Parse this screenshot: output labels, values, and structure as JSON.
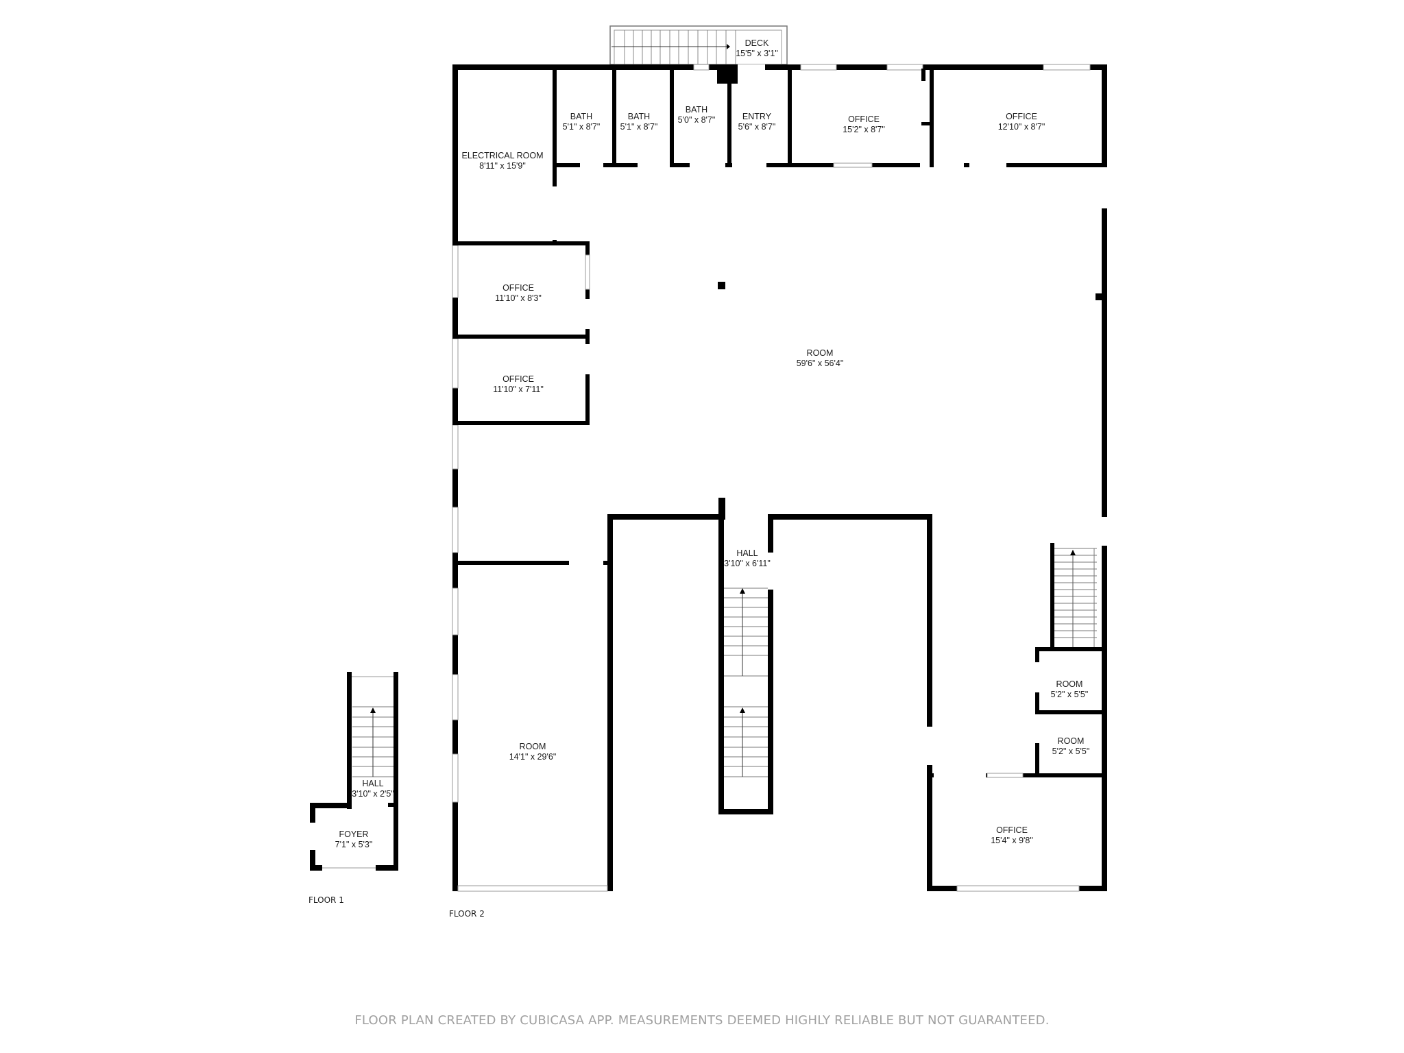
{
  "colors": {
    "wall": "#000000",
    "window": "#9a9a9a",
    "stair": "#7a7a7a",
    "text": "#1a1a1a",
    "disclaimer": "#a0a0a0"
  },
  "floors": [
    {
      "label": "FLOOR 1",
      "rooms": [
        {
          "name": "HALL",
          "dims": "3'10\" x 2'5\""
        },
        {
          "name": "FOYER",
          "dims": "7'1\" x 5'3\""
        }
      ]
    },
    {
      "label": "FLOOR 2",
      "rooms": [
        {
          "name": "DECK",
          "dims": "15'5\" x 3'1\""
        },
        {
          "name": "ELECTRICAL ROOM",
          "dims": "8'11\" x 15'9\""
        },
        {
          "name": "BATH",
          "dims": "5'1\" x 8'7\""
        },
        {
          "name": "BATH",
          "dims": "5'1\" x 8'7\""
        },
        {
          "name": "BATH",
          "dims": "5'0\" x 8'7\""
        },
        {
          "name": "ENTRY",
          "dims": "5'6\" x 8'7\""
        },
        {
          "name": "OFFICE",
          "dims": "15'2\" x 8'7\""
        },
        {
          "name": "OFFICE",
          "dims": "12'10\" x 8'7\""
        },
        {
          "name": "OFFICE",
          "dims": "11'10\" x 8'3\""
        },
        {
          "name": "OFFICE",
          "dims": "11'10\" x 7'11\""
        },
        {
          "name": "ROOM",
          "dims": "59'6\" x 56'4\""
        },
        {
          "name": "HALL",
          "dims": "3'10\" x 6'11\""
        },
        {
          "name": "ROOM",
          "dims": "14'1\" x 29'6\""
        },
        {
          "name": "ROOM",
          "dims": "5'2\" x 5'5\""
        },
        {
          "name": "ROOM",
          "dims": "5'2\" x 5'5\""
        },
        {
          "name": "OFFICE",
          "dims": "15'4\" x 9'8\""
        }
      ]
    }
  ],
  "disclaimer": "FLOOR PLAN CREATED BY CUBICASA APP. MEASUREMENTS DEEMED HIGHLY RELIABLE BUT NOT GUARANTEED."
}
